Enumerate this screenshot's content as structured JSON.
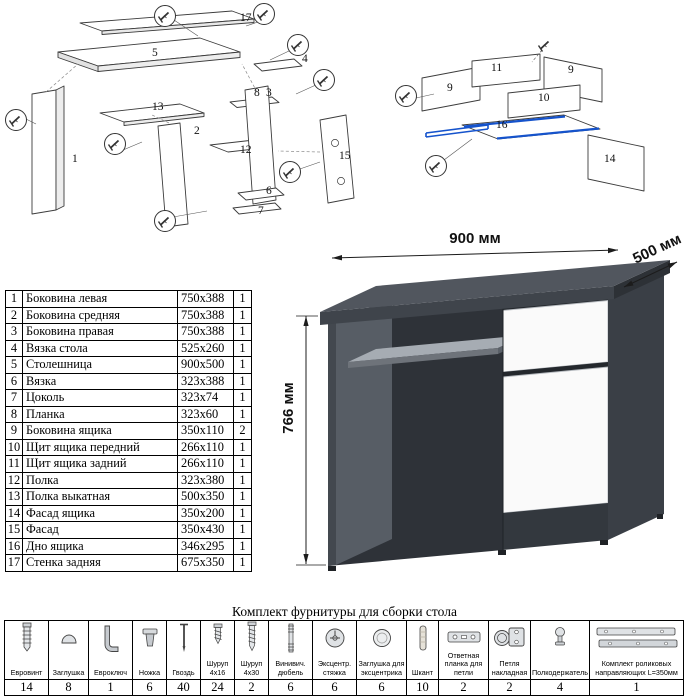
{
  "parts_table": {
    "rows": [
      {
        "num": "1",
        "name": "Боковина левая",
        "size": "750х388",
        "qty": "1"
      },
      {
        "num": "2",
        "name": "Боковина средняя",
        "size": "750х388",
        "qty": "1"
      },
      {
        "num": "3",
        "name": "Боковина правая",
        "size": "750х388",
        "qty": "1"
      },
      {
        "num": "4",
        "name": "Вязка стола",
        "size": "525х260",
        "qty": "1"
      },
      {
        "num": "5",
        "name": "Столешница",
        "size": "900х500",
        "qty": "1"
      },
      {
        "num": "6",
        "name": "Вязка",
        "size": "323х388",
        "qty": "1"
      },
      {
        "num": "7",
        "name": "Цоколь",
        "size": "323х74",
        "qty": "1"
      },
      {
        "num": "8",
        "name": "Планка",
        "size": "323х60",
        "qty": "1"
      },
      {
        "num": "9",
        "name": "Боковина ящика",
        "size": "350х110",
        "qty": "2"
      },
      {
        "num": "10",
        "name": "Щит ящика передний",
        "size": "266х110",
        "qty": "1"
      },
      {
        "num": "11",
        "name": "Щит ящика задний",
        "size": "266х110",
        "qty": "1"
      },
      {
        "num": "12",
        "name": "Полка",
        "size": "323х380",
        "qty": "1"
      },
      {
        "num": "13",
        "name": "Полка выкатная",
        "size": "500х350",
        "qty": "1"
      },
      {
        "num": "14",
        "name": "Фасад ящика",
        "size": "350х200",
        "qty": "1"
      },
      {
        "num": "15",
        "name": "Фасад",
        "size": "350х430",
        "qty": "1"
      },
      {
        "num": "16",
        "name": "Дно ящика",
        "size": "346х295",
        "qty": "1"
      },
      {
        "num": "17",
        "name": "Стенка задняя",
        "size": "675х350",
        "qty": "1"
      }
    ]
  },
  "desk_view": {
    "width_label": "900 мм",
    "depth_label": "500 мм",
    "height_label": "766 мм",
    "colors": {
      "top": "#51565e",
      "side": "#3a3f46",
      "front": "#fafafa"
    }
  },
  "exploded_desk": {
    "callouts": [
      "17",
      "5",
      "4",
      "3",
      "1",
      "13",
      "2",
      "12",
      "8",
      "15",
      "6",
      "7"
    ]
  },
  "exploded_drawer": {
    "callouts": [
      "11",
      "9",
      "9",
      "10",
      "16",
      "14"
    ],
    "rail_color": "#1553cc"
  },
  "hardware": {
    "title": "Комплект фурнитуры для сборки стола",
    "items": [
      {
        "name": "Евровинт",
        "qty": "14",
        "icon": "euro-screw"
      },
      {
        "name": "Заглушка",
        "qty": "8",
        "icon": "plug-cap"
      },
      {
        "name": "Евроключ",
        "qty": "1",
        "icon": "hex-key"
      },
      {
        "name": "Ножка",
        "qty": "6",
        "icon": "leg"
      },
      {
        "name": "Гвоздь",
        "qty": "40",
        "icon": "nail"
      },
      {
        "name": "Шуруп 4х16",
        "qty": "24",
        "icon": "screw-short"
      },
      {
        "name": "Шуруп 4х30",
        "qty": "2",
        "icon": "screw-long"
      },
      {
        "name": "Винивич. дюбель",
        "qty": "6",
        "icon": "dowel-screw"
      },
      {
        "name": "Эксцентр. стяжка",
        "qty": "6",
        "icon": "cam-lock"
      },
      {
        "name": "Заглушка для эксцентрика",
        "qty": "6",
        "icon": "cam-cap"
      },
      {
        "name": "Шкант",
        "qty": "10",
        "icon": "dowel"
      },
      {
        "name": "Ответная планка для петли",
        "qty": "2",
        "icon": "hinge-plate"
      },
      {
        "name": "Петля накладная",
        "qty": "2",
        "icon": "hinge"
      },
      {
        "name": "Полкодержатель",
        "qty": "4",
        "icon": "shelf-support"
      },
      {
        "name": "Комплект роликовых направляющих L=350мм",
        "qty": "1",
        "icon": "roller-guides"
      }
    ]
  }
}
